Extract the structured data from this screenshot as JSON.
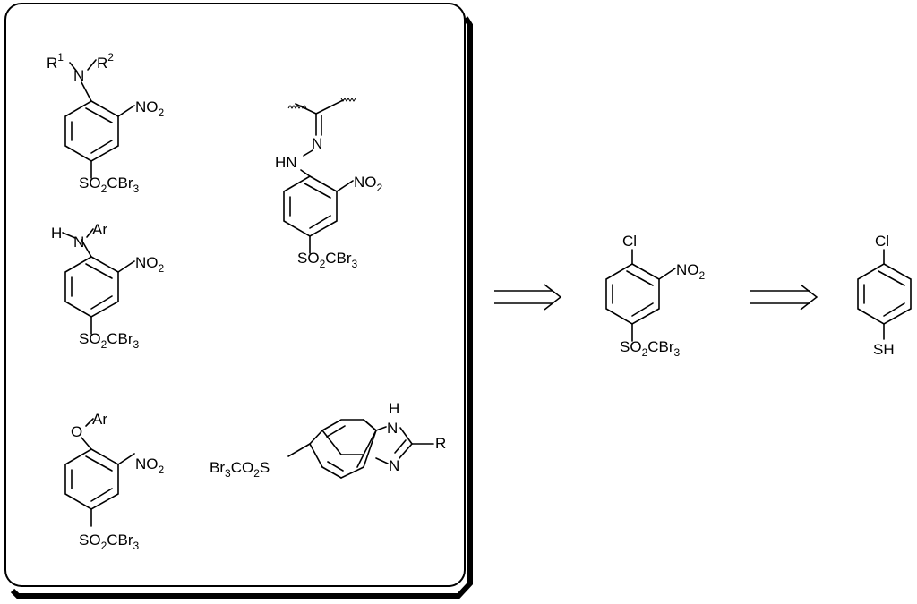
{
  "scheme": {
    "substituents": {
      "r1": "R",
      "r1_sup": "1",
      "r2": "R",
      "r2_sup": "2",
      "n": "N",
      "h": "H",
      "ar": "Ar",
      "o": "O",
      "hn": "HN",
      "r": "R",
      "cl": "Cl",
      "sh": "SH"
    },
    "nitro": {
      "main": "NO",
      "sub": "2"
    },
    "sulfonyl": {
      "a": "SO",
      "a_sub": "2",
      "b": "CBr",
      "b_sub": "3"
    },
    "sulfonyl_rev": {
      "a": "Br",
      "a_sub": "3",
      "b": "CO",
      "b_sub": "2",
      "c": "S"
    }
  },
  "colors": {
    "ink": "#000000",
    "background": "#ffffff"
  }
}
